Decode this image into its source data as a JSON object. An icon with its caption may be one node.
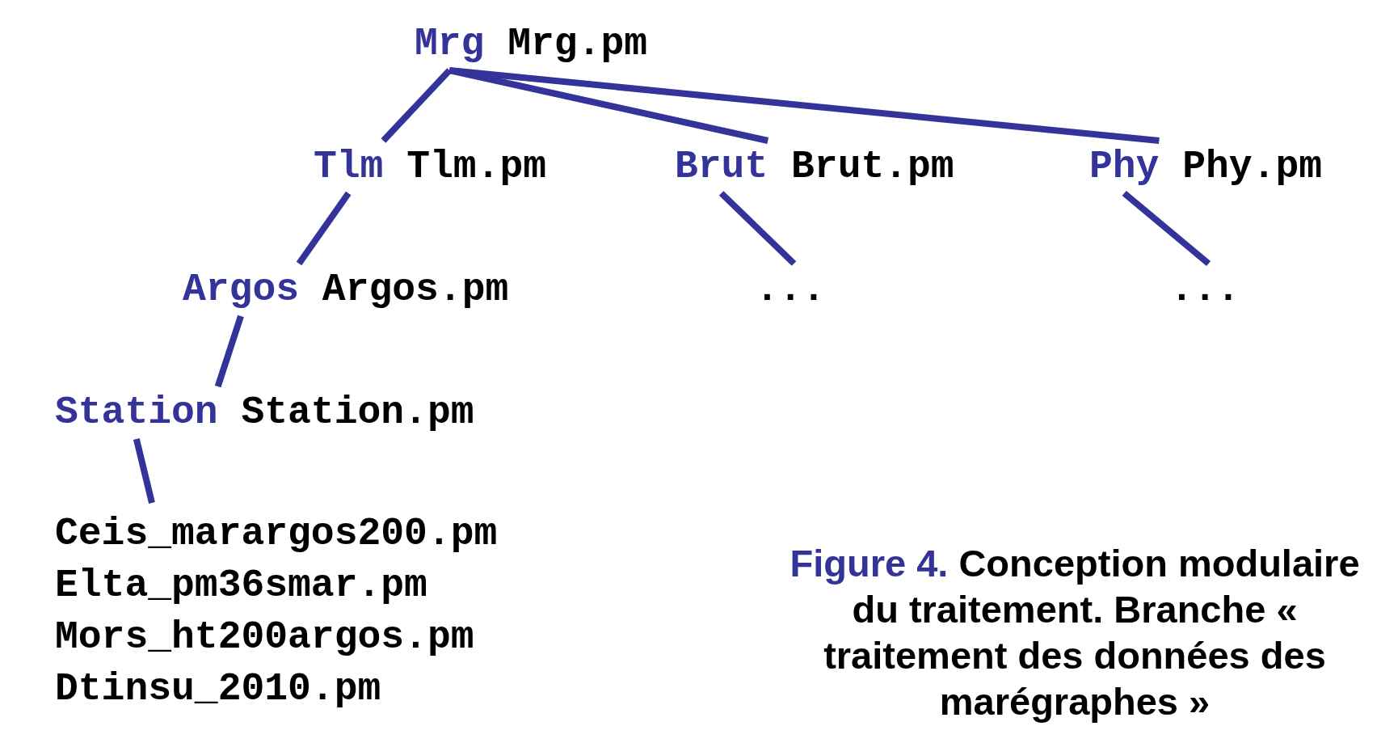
{
  "diagram": {
    "nodes": [
      {
        "text": [
          "Mrg",
          "Mrg.pm"
        ]
      },
      {
        "text": [
          "Tlm",
          "Tlm.pm"
        ]
      },
      {
        "text": [
          "Brut",
          "Brut.pm"
        ]
      },
      {
        "text": [
          "Phy",
          "Phy.pm"
        ]
      },
      {
        "text": [
          "Argos",
          "Argos.pm"
        ]
      },
      {
        "text": [
          "..."
        ]
      },
      {
        "text": [
          "..."
        ]
      },
      {
        "text": [
          "Station",
          "Station.pm"
        ]
      },
      {
        "text": [
          "Ceis_marargos200.pm",
          "Elta_pm36smar.pm",
          "Mors_ht200argos.pm",
          "Dtinsu_2010.pm"
        ]
      }
    ],
    "edges": [
      {
        "from": 0,
        "to": 1,
        "arrow": "none"
      },
      {
        "from": 0,
        "to": 2,
        "arrow": "none"
      },
      {
        "from": 0,
        "to": 3,
        "arrow": "none"
      },
      {
        "from": 1,
        "to": 4,
        "arrow": "none"
      },
      {
        "from": 2,
        "to": 5,
        "arrow": "none"
      },
      {
        "from": 3,
        "to": 6,
        "arrow": "none"
      },
      {
        "from": 4,
        "to": 7,
        "arrow": "none"
      },
      {
        "from": 7,
        "to": 8,
        "arrow": "none"
      }
    ],
    "caption": "**Figure 4.** Conception modulaire du traitement. Branche « traitement des données des marégraphes »"
  }
}
